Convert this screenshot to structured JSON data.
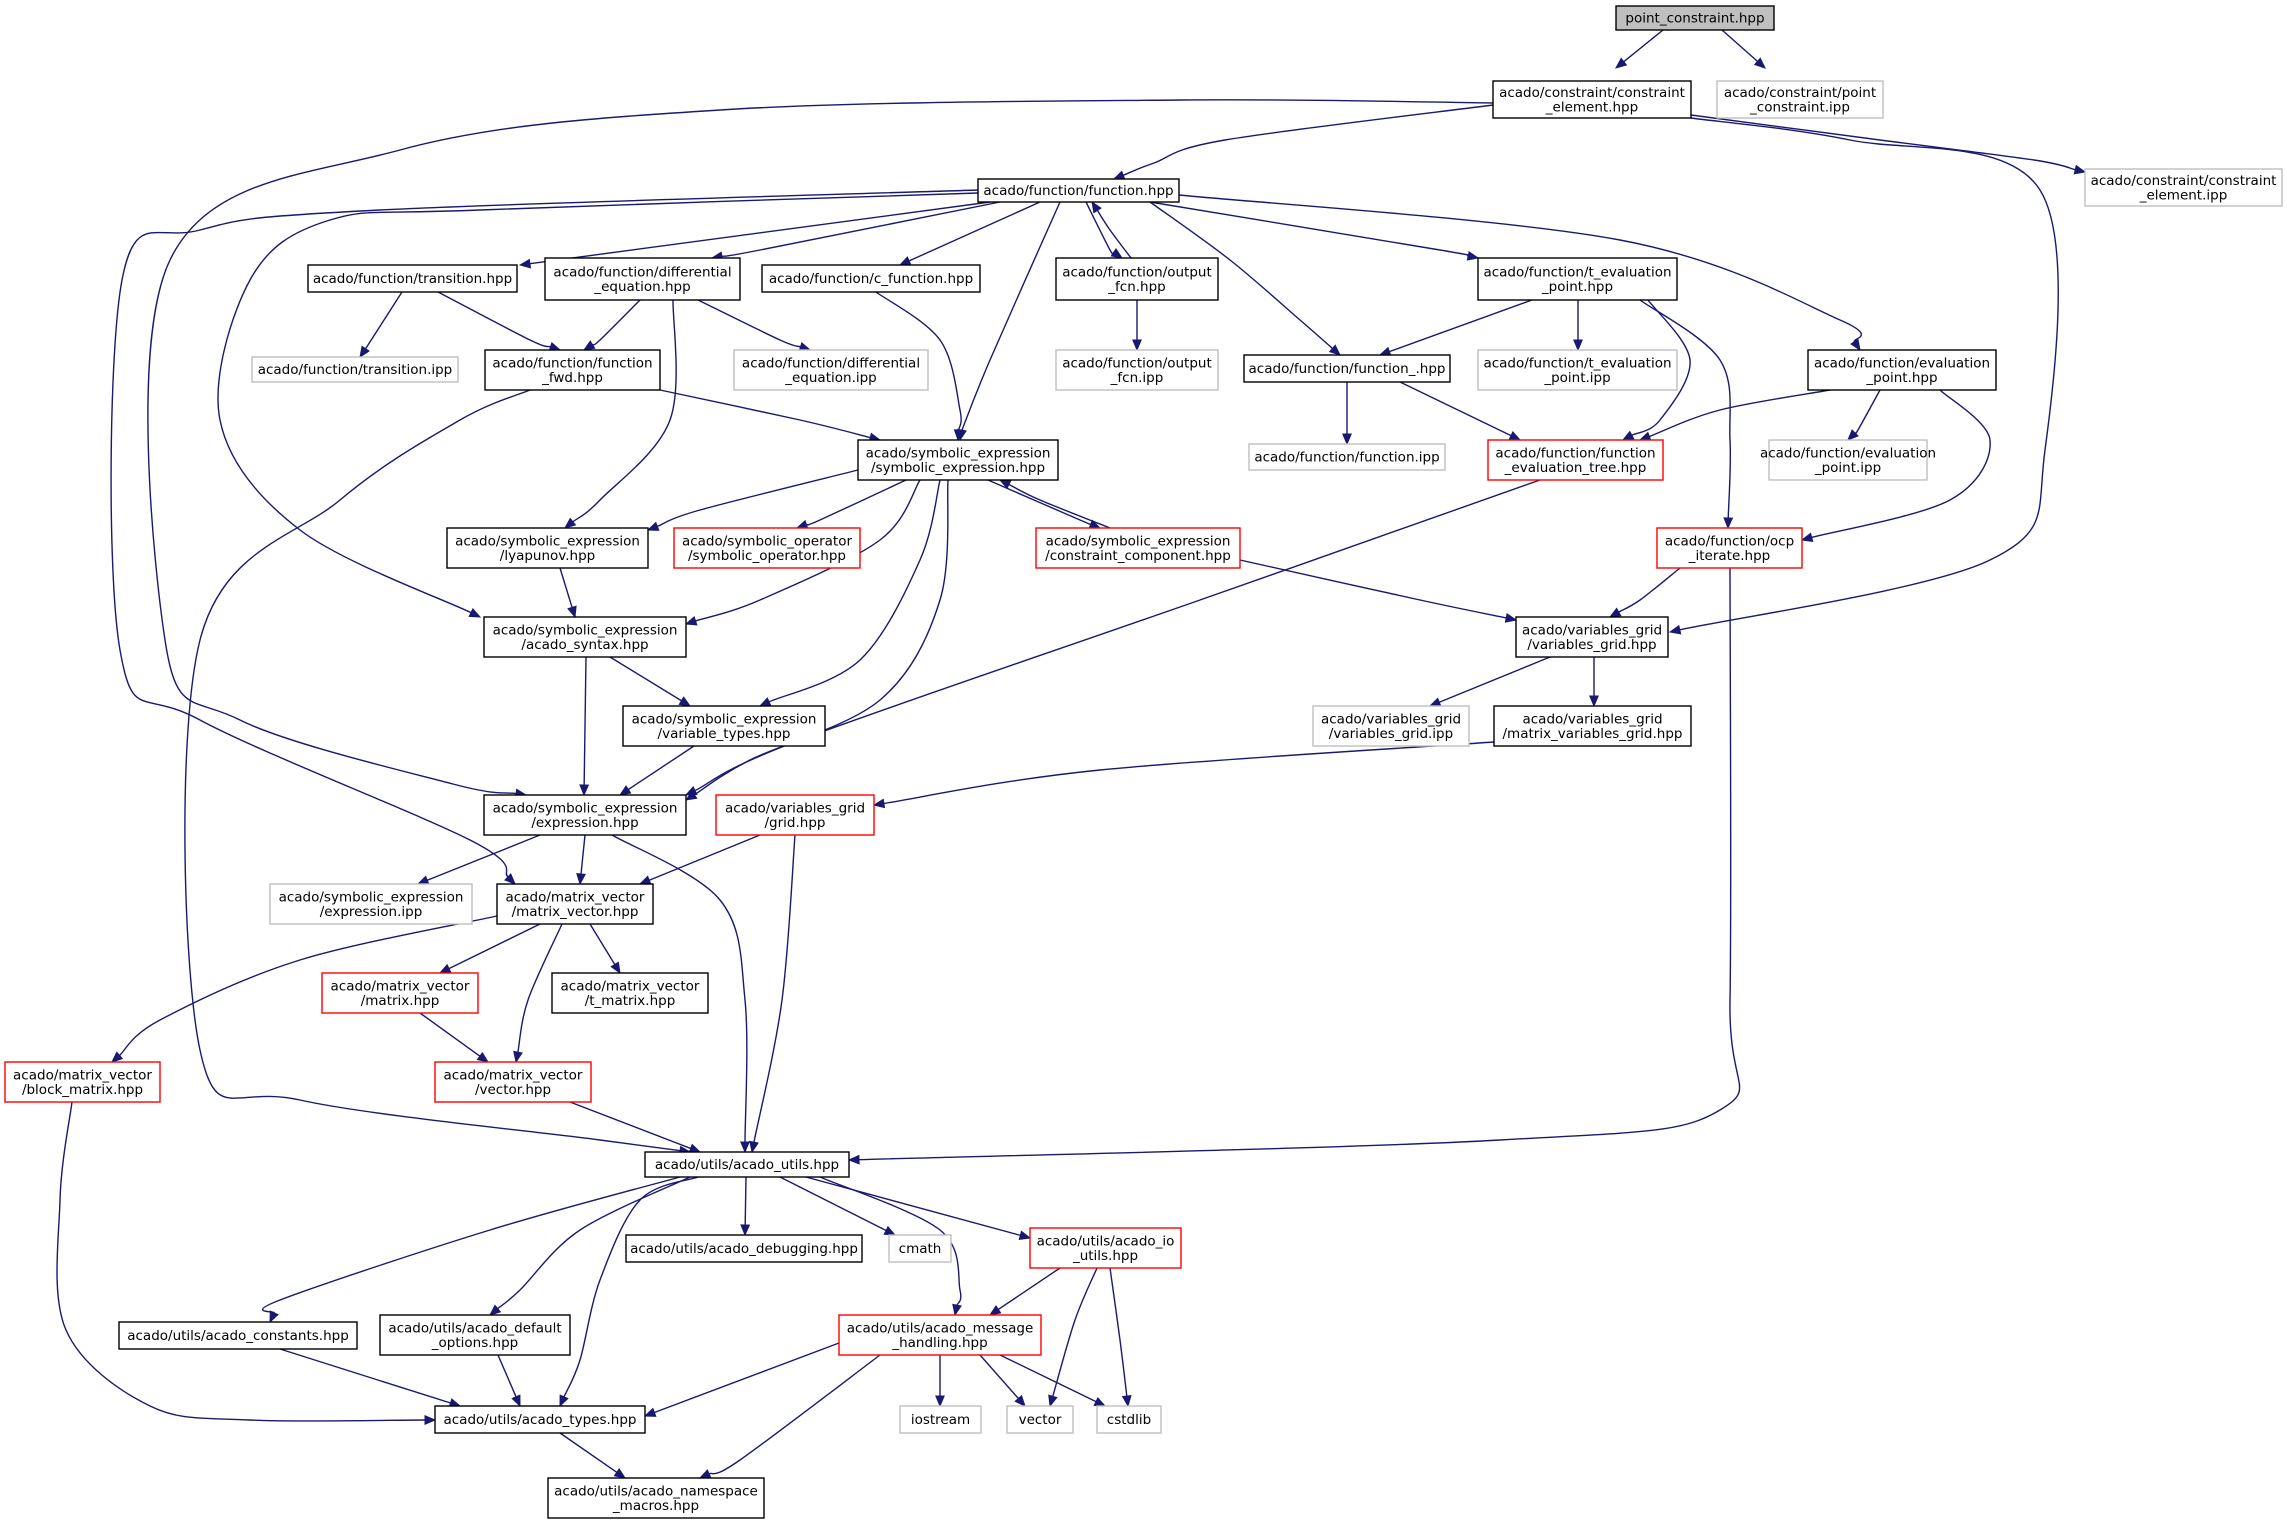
{
  "colors": {
    "edge": "#191970",
    "default_border": "#000000",
    "truncated_border": "#ff0000",
    "external_border": "#bfbfbf",
    "root_fill": "#bfbfbf",
    "node_fill": "#ffffff",
    "text": "#000000"
  },
  "nodes": [
    {
      "id": "root",
      "lines": [
        "point_constraint.hpp"
      ],
      "style": "root"
    },
    {
      "id": "ce_hpp",
      "lines": [
        "acado/constraint/constraint",
        "_element.hpp"
      ],
      "style": "default"
    },
    {
      "id": "pc_ipp",
      "lines": [
        "acado/constraint/point",
        "_constraint.ipp"
      ],
      "style": "external"
    },
    {
      "id": "ce_ipp",
      "lines": [
        "acado/constraint/constraint",
        "_element.ipp"
      ],
      "style": "external"
    },
    {
      "id": "func",
      "lines": [
        "acado/function/function.hpp"
      ],
      "style": "default"
    },
    {
      "id": "trans",
      "lines": [
        "acado/function/transition.hpp"
      ],
      "style": "default"
    },
    {
      "id": "diffeq",
      "lines": [
        "acado/function/differential",
        "_equation.hpp"
      ],
      "style": "default"
    },
    {
      "id": "cfunc",
      "lines": [
        "acado/function/c_function.hpp"
      ],
      "style": "default"
    },
    {
      "id": "outfcn",
      "lines": [
        "acado/function/output",
        "_fcn.hpp"
      ],
      "style": "default"
    },
    {
      "id": "teval",
      "lines": [
        "acado/function/t_evaluation",
        "_point.hpp"
      ],
      "style": "default"
    },
    {
      "id": "evalpt",
      "lines": [
        "acado/function/evaluation",
        "_point.hpp"
      ],
      "style": "default"
    },
    {
      "id": "trans_ipp",
      "lines": [
        "acado/function/transition.ipp"
      ],
      "style": "external"
    },
    {
      "id": "ffwd",
      "lines": [
        "acado/function/function",
        "_fwd.hpp"
      ],
      "style": "default"
    },
    {
      "id": "diffeq_ipp",
      "lines": [
        "acado/function/differential",
        "_equation.ipp"
      ],
      "style": "external"
    },
    {
      "id": "outfcn_ipp",
      "lines": [
        "acado/function/output",
        "_fcn.ipp"
      ],
      "style": "external"
    },
    {
      "id": "func_",
      "lines": [
        "acado/function/function_.hpp"
      ],
      "style": "default"
    },
    {
      "id": "teval_ipp",
      "lines": [
        "acado/function/t_evaluation",
        "_point.ipp"
      ],
      "style": "external"
    },
    {
      "id": "symexpr",
      "lines": [
        "acado/symbolic_expression",
        "/symbolic_expression.hpp"
      ],
      "style": "default"
    },
    {
      "id": "func_ipp",
      "lines": [
        "acado/function/function.ipp"
      ],
      "style": "external"
    },
    {
      "id": "fevtree",
      "lines": [
        "acado/function/function",
        "_evaluation_tree.hpp"
      ],
      "style": "truncated"
    },
    {
      "id": "evalpt_ipp",
      "lines": [
        "acado/function/evaluation",
        "_point.ipp"
      ],
      "style": "external"
    },
    {
      "id": "lyap",
      "lines": [
        "acado/symbolic_expression",
        "/lyapunov.hpp"
      ],
      "style": "default"
    },
    {
      "id": "symop",
      "lines": [
        "acado/symbolic_operator",
        "/symbolic_operator.hpp"
      ],
      "style": "truncated"
    },
    {
      "id": "concomp",
      "lines": [
        "acado/symbolic_expression",
        "/constraint_component.hpp"
      ],
      "style": "truncated"
    },
    {
      "id": "ocpit",
      "lines": [
        "acado/function/ocp",
        "_iterate.hpp"
      ],
      "style": "truncated"
    },
    {
      "id": "syntax",
      "lines": [
        "acado/symbolic_expression",
        "/acado_syntax.hpp"
      ],
      "style": "default"
    },
    {
      "id": "vgrid",
      "lines": [
        "acado/variables_grid",
        "/variables_grid.hpp"
      ],
      "style": "default"
    },
    {
      "id": "vartypes",
      "lines": [
        "acado/symbolic_expression",
        "/variable_types.hpp"
      ],
      "style": "default"
    },
    {
      "id": "vgrid_ipp",
      "lines": [
        "acado/variables_grid",
        "/variables_grid.ipp"
      ],
      "style": "external"
    },
    {
      "id": "mvgrid",
      "lines": [
        "acado/variables_grid",
        "/matrix_variables_grid.hpp"
      ],
      "style": "default"
    },
    {
      "id": "expr",
      "lines": [
        "acado/symbolic_expression",
        "/expression.hpp"
      ],
      "style": "default"
    },
    {
      "id": "grid",
      "lines": [
        "acado/variables_grid",
        "/grid.hpp"
      ],
      "style": "truncated"
    },
    {
      "id": "expr_ipp",
      "lines": [
        "acado/symbolic_expression",
        "/expression.ipp"
      ],
      "style": "external"
    },
    {
      "id": "matvec",
      "lines": [
        "acado/matrix_vector",
        "/matrix_vector.hpp"
      ],
      "style": "default"
    },
    {
      "id": "matrix",
      "lines": [
        "acado/matrix_vector",
        "/matrix.hpp"
      ],
      "style": "truncated"
    },
    {
      "id": "tmatrix",
      "lines": [
        "acado/matrix_vector",
        "/t_matrix.hpp"
      ],
      "style": "default"
    },
    {
      "id": "blockm",
      "lines": [
        "acado/matrix_vector",
        "/block_matrix.hpp"
      ],
      "style": "truncated"
    },
    {
      "id": "vector",
      "lines": [
        "acado/matrix_vector",
        "/vector.hpp"
      ],
      "style": "truncated"
    },
    {
      "id": "utils",
      "lines": [
        "acado/utils/acado_utils.hpp"
      ],
      "style": "default"
    },
    {
      "id": "debug",
      "lines": [
        "acado/utils/acado_debugging.hpp"
      ],
      "style": "default"
    },
    {
      "id": "cmath",
      "lines": [
        "cmath"
      ],
      "style": "external"
    },
    {
      "id": "ioutils",
      "lines": [
        "acado/utils/acado_io",
        "_utils.hpp"
      ],
      "style": "truncated"
    },
    {
      "id": "consts",
      "lines": [
        "acado/utils/acado_constants.hpp"
      ],
      "style": "default"
    },
    {
      "id": "defopts",
      "lines": [
        "acado/utils/acado_default",
        "_options.hpp"
      ],
      "style": "default"
    },
    {
      "id": "msg",
      "lines": [
        "acado/utils/acado_message",
        "_handling.hpp"
      ],
      "style": "truncated"
    },
    {
      "id": "types",
      "lines": [
        "acado/utils/acado_types.hpp"
      ],
      "style": "default"
    },
    {
      "id": "iostream",
      "lines": [
        "iostream"
      ],
      "style": "external"
    },
    {
      "id": "std_vector",
      "lines": [
        "vector"
      ],
      "style": "external"
    },
    {
      "id": "cstdlib",
      "lines": [
        "cstdlib"
      ],
      "style": "external"
    },
    {
      "id": "nsmacros",
      "lines": [
        "acado/utils/acado_namespace",
        "_macros.hpp"
      ],
      "style": "default"
    }
  ],
  "edges": [
    [
      "root",
      "ce_hpp"
    ],
    [
      "root",
      "pc_ipp"
    ],
    [
      "ce_hpp",
      "func"
    ],
    [
      "ce_hpp",
      "ce_ipp"
    ],
    [
      "ce_hpp",
      "expr"
    ],
    [
      "ce_hpp",
      "vgrid"
    ],
    [
      "func",
      "trans"
    ],
    [
      "func",
      "diffeq"
    ],
    [
      "func",
      "cfunc"
    ],
    [
      "func",
      "outfcn"
    ],
    [
      "func",
      "teval"
    ],
    [
      "func",
      "evalpt"
    ],
    [
      "func",
      "func_"
    ],
    [
      "func",
      "symexpr"
    ],
    [
      "func",
      "syntax"
    ],
    [
      "func",
      "matvec"
    ],
    [
      "trans",
      "trans_ipp"
    ],
    [
      "trans",
      "ffwd"
    ],
    [
      "diffeq",
      "ffwd"
    ],
    [
      "diffeq",
      "diffeq_ipp"
    ],
    [
      "diffeq",
      "lyap"
    ],
    [
      "cfunc",
      "symexpr"
    ],
    [
      "outfcn",
      "outfcn_ipp"
    ],
    [
      "outfcn",
      "func"
    ],
    [
      "teval",
      "func_"
    ],
    [
      "teval",
      "teval_ipp"
    ],
    [
      "teval",
      "fevtree"
    ],
    [
      "teval",
      "ocpit"
    ],
    [
      "evalpt",
      "evalpt_ipp"
    ],
    [
      "evalpt",
      "fevtree"
    ],
    [
      "evalpt",
      "ocpit"
    ],
    [
      "ffwd",
      "symexpr"
    ],
    [
      "ffwd",
      "utils"
    ],
    [
      "func_",
      "func_ipp"
    ],
    [
      "func_",
      "fevtree"
    ],
    [
      "fevtree",
      "expr"
    ],
    [
      "symexpr",
      "lyap"
    ],
    [
      "symexpr",
      "symop"
    ],
    [
      "symexpr",
      "concomp"
    ],
    [
      "symexpr",
      "syntax"
    ],
    [
      "symexpr",
      "vartypes"
    ],
    [
      "symexpr",
      "expr"
    ],
    [
      "concomp",
      "symexpr"
    ],
    [
      "concomp",
      "vgrid"
    ],
    [
      "ocpit",
      "vgrid"
    ],
    [
      "ocpit",
      "utils"
    ],
    [
      "lyap",
      "syntax"
    ],
    [
      "syntax",
      "vartypes"
    ],
    [
      "syntax",
      "expr"
    ],
    [
      "vartypes",
      "expr"
    ],
    [
      "vgrid",
      "vgrid_ipp"
    ],
    [
      "vgrid",
      "mvgrid"
    ],
    [
      "mvgrid",
      "grid"
    ],
    [
      "expr",
      "expr_ipp"
    ],
    [
      "expr",
      "matvec"
    ],
    [
      "expr",
      "utils"
    ],
    [
      "grid",
      "matvec"
    ],
    [
      "grid",
      "utils"
    ],
    [
      "matvec",
      "matrix"
    ],
    [
      "matvec",
      "tmatrix"
    ],
    [
      "matvec",
      "blockm"
    ],
    [
      "matvec",
      "vector"
    ],
    [
      "matrix",
      "vector"
    ],
    [
      "vector",
      "utils"
    ],
    [
      "blockm",
      "types"
    ],
    [
      "utils",
      "debug"
    ],
    [
      "utils",
      "cmath"
    ],
    [
      "utils",
      "ioutils"
    ],
    [
      "utils",
      "consts"
    ],
    [
      "utils",
      "defopts"
    ],
    [
      "utils",
      "msg"
    ],
    [
      "utils",
      "types"
    ],
    [
      "ioutils",
      "msg"
    ],
    [
      "ioutils",
      "std_vector"
    ],
    [
      "ioutils",
      "cstdlib"
    ],
    [
      "consts",
      "types"
    ],
    [
      "defopts",
      "types"
    ],
    [
      "msg",
      "types"
    ],
    [
      "msg",
      "iostream"
    ],
    [
      "msg",
      "std_vector"
    ],
    [
      "msg",
      "cstdlib"
    ],
    [
      "msg",
      "nsmacros"
    ],
    [
      "types",
      "nsmacros"
    ]
  ]
}
